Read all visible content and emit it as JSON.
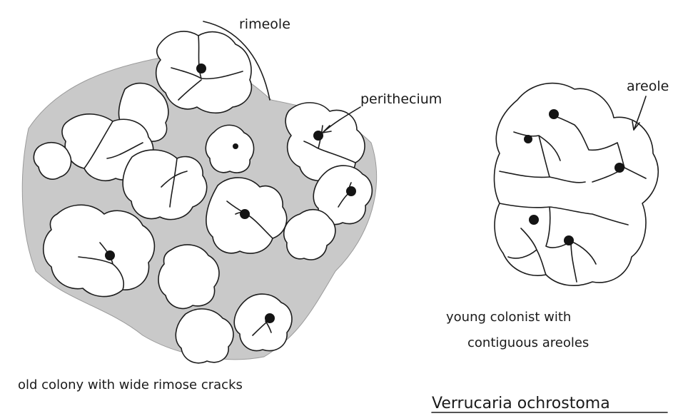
{
  "labels": {
    "rimeole": "rimeole",
    "perithecium": "perithecium",
    "areole": "areole",
    "old_colony": "old colony with wide rimose cracks",
    "young_line1": "young colonist with",
    "young_line2": "contiguous areoles",
    "species": "Verrucaria ochrostoma"
  },
  "colors": {
    "ink": "#1c1c1c",
    "crack_shading": "#c9c9c9",
    "background": "#ffffff"
  }
}
